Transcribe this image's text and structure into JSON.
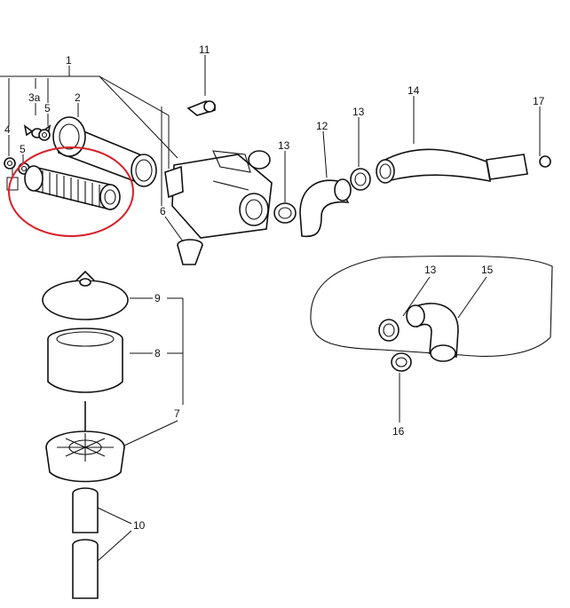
{
  "callouts": {
    "c1": "1",
    "c2": "2",
    "c3a": "3a",
    "c4": "4",
    "c5a": "5",
    "c5b": "5",
    "c6": "6",
    "c7": "7",
    "c8": "8",
    "c9": "9",
    "c10": "10",
    "c11": "11",
    "c12": "12",
    "c13a": "13",
    "c13b": "13",
    "c13c": "13",
    "c14": "14",
    "c15": "15",
    "c16": "16",
    "c17": "17"
  },
  "colors": {
    "ink": "#111111",
    "highlight": "#d9202a",
    "background": "#ffffff"
  },
  "highlight": {
    "target": "filter-element",
    "shape": "ellipse"
  }
}
